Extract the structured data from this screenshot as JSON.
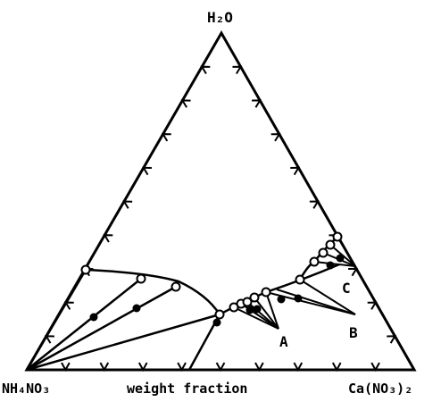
{
  "diagram": {
    "labels": {
      "top": "H₂O",
      "left": "NH₄NO₃",
      "right": "Ca(NO₃)₂",
      "bottom": "weight fraction",
      "region_a": "A",
      "region_b": "B",
      "region_c": "C"
    },
    "colors": {
      "ink": "#000000",
      "background": "#ffffff"
    },
    "ticks_per_side": 9
  }
}
